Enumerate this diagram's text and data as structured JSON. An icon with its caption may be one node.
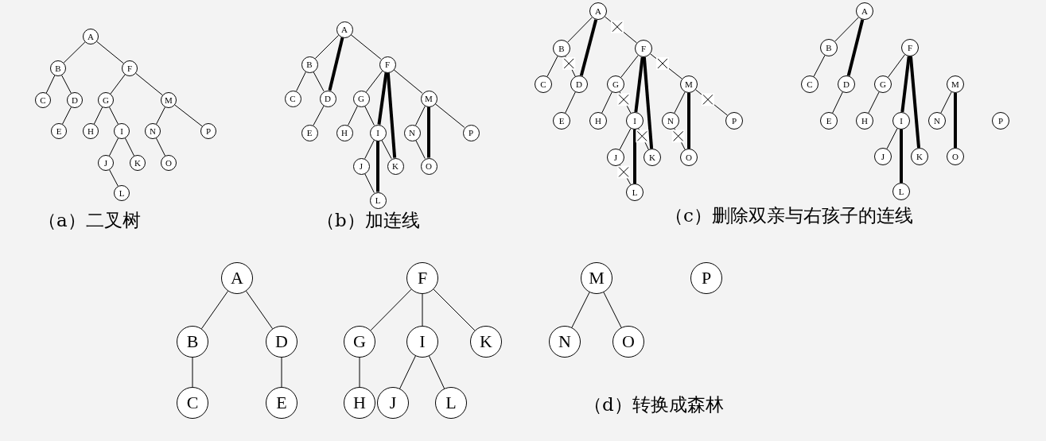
{
  "diagram": {
    "nodes": [
      {
        "text": [
          "A"
        ]
      },
      {
        "text": [
          "B"
        ]
      },
      {
        "text": [
          "C"
        ]
      },
      {
        "text": [
          "D"
        ]
      },
      {
        "text": [
          "E"
        ]
      },
      {
        "text": [
          "F"
        ]
      },
      {
        "text": [
          "G"
        ]
      },
      {
        "text": [
          "H"
        ]
      },
      {
        "text": [
          "I"
        ]
      },
      {
        "text": [
          "J"
        ]
      },
      {
        "text": [
          "K"
        ]
      },
      {
        "text": [
          "L"
        ]
      },
      {
        "text": [
          "M"
        ]
      },
      {
        "text": [
          "N"
        ]
      },
      {
        "text": [
          "O"
        ]
      },
      {
        "text": [
          "P"
        ]
      },
      {
        "text": [
          "A"
        ]
      },
      {
        "text": [
          "B"
        ]
      },
      {
        "text": [
          "C"
        ]
      },
      {
        "text": [
          "D"
        ]
      },
      {
        "text": [
          "E"
        ]
      },
      {
        "text": [
          "F"
        ]
      },
      {
        "text": [
          "G"
        ]
      },
      {
        "text": [
          "H"
        ]
      },
      {
        "text": [
          "I"
        ]
      },
      {
        "text": [
          "J"
        ]
      },
      {
        "text": [
          "K"
        ]
      },
      {
        "text": [
          "L"
        ]
      },
      {
        "text": [
          "M"
        ]
      },
      {
        "text": [
          "N"
        ]
      },
      {
        "text": [
          "O"
        ]
      },
      {
        "text": [
          "P"
        ]
      },
      {
        "text": [
          "A"
        ]
      },
      {
        "text": [
          "B"
        ]
      },
      {
        "text": [
          "C"
        ]
      },
      {
        "text": [
          "D"
        ]
      },
      {
        "text": [
          "E"
        ]
      },
      {
        "text": [
          "F"
        ]
      },
      {
        "text": [
          "G"
        ]
      },
      {
        "text": [
          "H"
        ]
      },
      {
        "text": [
          "I"
        ]
      },
      {
        "text": [
          "J"
        ]
      },
      {
        "text": [
          "K"
        ]
      },
      {
        "text": [
          "L"
        ]
      },
      {
        "text": [
          "M"
        ]
      },
      {
        "text": [
          "N"
        ]
      },
      {
        "text": [
          "O"
        ]
      },
      {
        "text": [
          "P"
        ]
      },
      {
        "text": [
          "A"
        ]
      },
      {
        "text": [
          "B"
        ]
      },
      {
        "text": [
          "C"
        ]
      },
      {
        "text": [
          "D"
        ]
      },
      {
        "text": [
          "E"
        ]
      },
      {
        "text": [
          "F"
        ]
      },
      {
        "text": [
          "G"
        ]
      },
      {
        "text": [
          "H"
        ]
      },
      {
        "text": [
          "I"
        ]
      },
      {
        "text": [
          "J"
        ]
      },
      {
        "text": [
          "K"
        ]
      },
      {
        "text": [
          "L"
        ]
      },
      {
        "text": [
          "M"
        ]
      },
      {
        "text": [
          "N"
        ]
      },
      {
        "text": [
          "O"
        ]
      },
      {
        "text": [
          "P"
        ]
      },
      {
        "text": [
          "A"
        ]
      },
      {
        "text": [
          "B"
        ]
      },
      {
        "text": [
          "C"
        ]
      },
      {
        "text": [
          "D"
        ]
      },
      {
        "text": [
          "E"
        ]
      },
      {
        "text": [
          "F"
        ]
      },
      {
        "text": [
          "G"
        ]
      },
      {
        "text": [
          "H"
        ]
      },
      {
        "text": [
          "I"
        ]
      },
      {
        "text": [
          "J"
        ]
      },
      {
        "text": [
          "K"
        ]
      },
      {
        "text": [
          "L"
        ]
      },
      {
        "text": [
          "M"
        ]
      },
      {
        "text": [
          "N"
        ]
      },
      {
        "text": [
          "O"
        ]
      },
      {
        "text": [
          "P"
        ]
      }
    ],
    "edges": [
      {
        "from": 0,
        "to": 1,
        "arrow": "none"
      },
      {
        "from": 0,
        "to": 5,
        "arrow": "none"
      },
      {
        "from": 1,
        "to": 2,
        "arrow": "none"
      },
      {
        "from": 1,
        "to": 3,
        "arrow": "none"
      },
      {
        "from": 3,
        "to": 4,
        "arrow": "none"
      },
      {
        "from": 5,
        "to": 6,
        "arrow": "none"
      },
      {
        "from": 5,
        "to": 12,
        "arrow": "none"
      },
      {
        "from": 6,
        "to": 7,
        "arrow": "none"
      },
      {
        "from": 6,
        "to": 8,
        "arrow": "none"
      },
      {
        "from": 8,
        "to": 9,
        "arrow": "none"
      },
      {
        "from": 8,
        "to": 10,
        "arrow": "none"
      },
      {
        "from": 9,
        "to": 11,
        "arrow": "none"
      },
      {
        "from": 12,
        "to": 13,
        "arrow": "none"
      },
      {
        "from": 12,
        "to": 15,
        "arrow": "none"
      },
      {
        "from": 13,
        "to": 14,
        "arrow": "none"
      },
      {
        "from": 16,
        "to": 17,
        "arrow": "none"
      },
      {
        "from": 16,
        "to": 21,
        "arrow": "none"
      },
      {
        "from": 17,
        "to": 18,
        "arrow": "none"
      },
      {
        "from": 17,
        "to": 19,
        "arrow": "none"
      },
      {
        "from": 19,
        "to": 20,
        "arrow": "none"
      },
      {
        "from": 21,
        "to": 22,
        "arrow": "none"
      },
      {
        "from": 21,
        "to": 28,
        "arrow": "none"
      },
      {
        "from": 22,
        "to": 23,
        "arrow": "none"
      },
      {
        "from": 22,
        "to": 24,
        "arrow": "none"
      },
      {
        "from": 24,
        "to": 25,
        "arrow": "none"
      },
      {
        "from": 24,
        "to": 26,
        "arrow": "none"
      },
      {
        "from": 25,
        "to": 27,
        "arrow": "none"
      },
      {
        "from": 28,
        "to": 29,
        "arrow": "none"
      },
      {
        "from": 28,
        "to": 31,
        "arrow": "none"
      },
      {
        "from": 29,
        "to": 30,
        "arrow": "none"
      },
      {
        "from": 16,
        "to": 19,
        "arrow": "none",
        "style": "thick"
      },
      {
        "from": 21,
        "to": 24,
        "arrow": "none",
        "style": "thick"
      },
      {
        "from": 21,
        "to": 26,
        "arrow": "none",
        "style": "thick"
      },
      {
        "from": 24,
        "to": 27,
        "arrow": "none",
        "style": "thick"
      },
      {
        "from": 28,
        "to": 30,
        "arrow": "none",
        "style": "thick"
      },
      {
        "from": 32,
        "to": 33,
        "arrow": "none"
      },
      {
        "from": 33,
        "to": 34,
        "arrow": "none"
      },
      {
        "from": 35,
        "to": 36,
        "arrow": "none"
      },
      {
        "from": 37,
        "to": 38,
        "arrow": "none"
      },
      {
        "from": 38,
        "to": 39,
        "arrow": "none"
      },
      {
        "from": 40,
        "to": 41,
        "arrow": "none"
      },
      {
        "from": 44,
        "to": 45,
        "arrow": "none"
      },
      {
        "from": 32,
        "to": 35,
        "arrow": "none",
        "style": "thick"
      },
      {
        "from": 37,
        "to": 40,
        "arrow": "none",
        "style": "thick"
      },
      {
        "from": 37,
        "to": 42,
        "arrow": "none",
        "style": "thick"
      },
      {
        "from": 40,
        "to": 43,
        "arrow": "none",
        "style": "thick"
      },
      {
        "from": 44,
        "to": 46,
        "arrow": "none",
        "style": "thick"
      },
      {
        "from": 32,
        "to": 37,
        "arrow": "none"
      },
      {
        "from": 33,
        "to": 35,
        "arrow": "none"
      },
      {
        "from": 37,
        "to": 44,
        "arrow": "none"
      },
      {
        "from": 38,
        "to": 40,
        "arrow": "none"
      },
      {
        "from": 40,
        "to": 42,
        "arrow": "none"
      },
      {
        "from": 41,
        "to": 43,
        "arrow": "none"
      },
      {
        "from": 45,
        "to": 46,
        "arrow": "none"
      },
      {
        "from": 44,
        "to": 47,
        "arrow": "none"
      },
      {
        "from": 48,
        "to": 49,
        "arrow": "none"
      },
      {
        "from": 49,
        "to": 50,
        "arrow": "none"
      },
      {
        "from": 51,
        "to": 52,
        "arrow": "none"
      },
      {
        "from": 53,
        "to": 54,
        "arrow": "none"
      },
      {
        "from": 54,
        "to": 55,
        "arrow": "none"
      },
      {
        "from": 56,
        "to": 57,
        "arrow": "none"
      },
      {
        "from": 60,
        "to": 61,
        "arrow": "none"
      },
      {
        "from": 48,
        "to": 51,
        "arrow": "none",
        "style": "thick"
      },
      {
        "from": 53,
        "to": 56,
        "arrow": "none",
        "style": "thick"
      },
      {
        "from": 53,
        "to": 58,
        "arrow": "none",
        "style": "thick"
      },
      {
        "from": 56,
        "to": 59,
        "arrow": "none",
        "style": "thick"
      },
      {
        "from": 60,
        "to": 62,
        "arrow": "none",
        "style": "thick"
      },
      {
        "from": 64,
        "to": 65,
        "arrow": "none"
      },
      {
        "from": 64,
        "to": 67,
        "arrow": "none"
      },
      {
        "from": 65,
        "to": 66,
        "arrow": "none"
      },
      {
        "from": 67,
        "to": 68,
        "arrow": "none"
      },
      {
        "from": 69,
        "to": 70,
        "arrow": "none"
      },
      {
        "from": 69,
        "to": 72,
        "arrow": "none"
      },
      {
        "from": 69,
        "to": 74,
        "arrow": "none"
      },
      {
        "from": 70,
        "to": 71,
        "arrow": "none"
      },
      {
        "from": 72,
        "to": 73,
        "arrow": "none"
      },
      {
        "from": 72,
        "to": 75,
        "arrow": "none"
      },
      {
        "from": 76,
        "to": 77,
        "arrow": "none"
      },
      {
        "from": 76,
        "to": 78,
        "arrow": "none"
      }
    ],
    "labels": [
      "（a）二叉树",
      "（b）加连线",
      "（c）删除双亲与右孩子的连线",
      "（d）转换成森林"
    ]
  }
}
